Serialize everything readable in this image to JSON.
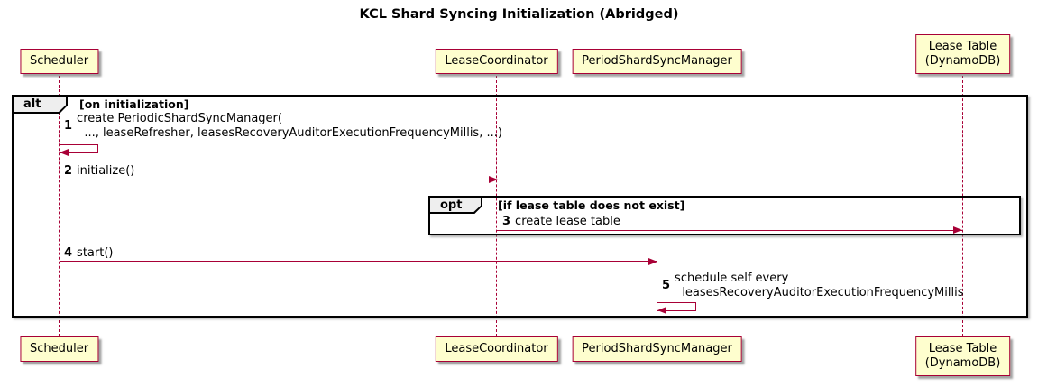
{
  "title": "KCL Shard Syncing Initialization (Abridged)",
  "participants": [
    {
      "label": "Scheduler"
    },
    {
      "label": "LeaseCoordinator"
    },
    {
      "label": "PeriodShardSyncManager"
    },
    {
      "label": "Lease Table\n(DynamoDB)"
    }
  ],
  "frames": {
    "alt": {
      "operator": "alt",
      "condition": "[on initialization]"
    },
    "opt": {
      "operator": "opt",
      "condition": "[if lease table does not exist]"
    }
  },
  "messages": [
    {
      "seq": "1",
      "label": "create PeriodicShardSyncManager(\n  ..., leaseRefresher, leasesRecoveryAuditorExecutionFrequencyMillis, ...)",
      "from": "Scheduler",
      "to": "Scheduler",
      "kind": "self"
    },
    {
      "seq": "2",
      "label": "initialize()",
      "from": "Scheduler",
      "to": "LeaseCoordinator",
      "kind": "sync"
    },
    {
      "seq": "3",
      "label": "create lease table",
      "from": "LeaseCoordinator",
      "to": "Lease Table (DynamoDB)",
      "kind": "sync"
    },
    {
      "seq": "4",
      "label": "start()",
      "from": "Scheduler",
      "to": "PeriodShardSyncManager",
      "kind": "sync"
    },
    {
      "seq": "5",
      "label": "schedule self every\n  leasesRecoveryAuditorExecutionFrequencyMillis",
      "from": "PeriodShardSyncManager",
      "to": "PeriodShardSyncManager",
      "kind": "self"
    }
  ],
  "colors": {
    "participant_fill": "#FEFECE",
    "participant_border": "#A80036",
    "arrow": "#A80036",
    "lifeline": "#A80036",
    "frame_border": "#000000",
    "frame_label_fill": "#EEEEEE",
    "text": "#000000"
  }
}
